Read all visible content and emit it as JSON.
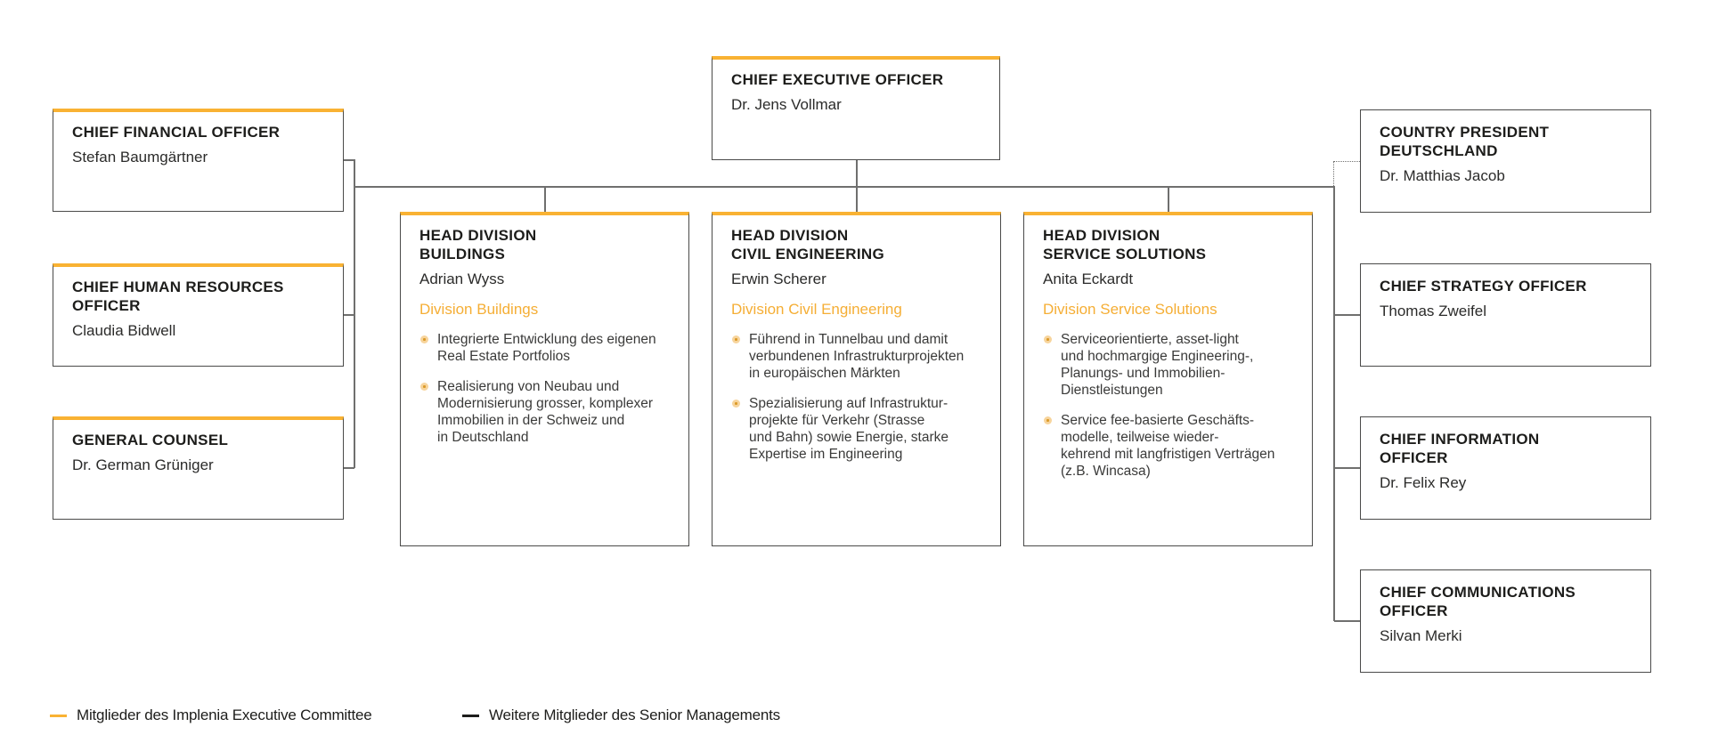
{
  "colors": {
    "accent_orange": "#F9B233",
    "division_label_orange": "#F5AE35",
    "connector_gray": "#6F6F6E",
    "box_border": "#4A4A49",
    "text_dark": "#1D1D1B"
  },
  "ceo": {
    "title": "CHIEF EXECUTIVE OFFICER",
    "person": "Dr. Jens Vollmar"
  },
  "left_column": [
    {
      "title": "CHIEF FINANCIAL OFFICER",
      "person": "Stefan Baumgärtner"
    },
    {
      "title": "CHIEF HUMAN RESOURCES\nOFFICER",
      "person": "Claudia Bidwell"
    },
    {
      "title": "GENERAL COUNSEL",
      "person": "Dr. German Grüniger"
    }
  ],
  "divisions": [
    {
      "title": "HEAD DIVISION\nBUILDINGS",
      "person": "Adrian Wyss",
      "division": "Division Buildings",
      "bullets": [
        "Integrierte Entwicklung des eigenen\nReal Estate Portfolios",
        "Realisierung von Neubau und\nModernisierung grosser, komplexer\nImmobilien in der Schweiz und\nin Deutschland"
      ]
    },
    {
      "title": "HEAD DIVISION\nCIVIL ENGINEERING",
      "person": "Erwin Scherer",
      "division": "Division Civil Engineering",
      "bullets": [
        "Führend in Tunnelbau und damit\nverbundenen Infrastrukturprojekten\nin europäischen Märkten",
        "Spezialisierung auf Infrastruktur-\nprojekte für Verkehr (Strasse\nund Bahn) sowie Energie, starke\nExpertise im Engineering"
      ]
    },
    {
      "title": "HEAD DIVISION\nSERVICE SOLUTIONS",
      "person": "Anita Eckardt",
      "division": "Division Service Solutions",
      "bullets": [
        "Serviceorientierte, asset-light\nund hochmargige Engineering-,\nPlanungs- und Immobilien-\nDienstleistungen",
        "Service fee-basierte Geschäfts-\nmodelle, teilweise wieder-\nkehrend mit langfristigen Verträgen\n(z.B. Wincasa)"
      ]
    }
  ],
  "right_column": [
    {
      "title": "COUNTRY PRESIDENT\nDEUTSCHLAND",
      "person": "Dr. Matthias Jacob"
    },
    {
      "title": "CHIEF STRATEGY OFFICER",
      "person": "Thomas Zweifel"
    },
    {
      "title": "CHIEF INFORMATION\nOFFICER",
      "person": "Dr. Felix Rey"
    },
    {
      "title": "CHIEF COMMUNICATIONS\nOFFICER",
      "person": "Silvan Merki"
    }
  ],
  "legend": {
    "items": [
      {
        "label": "Mitglieder des Implenia Executive Committee",
        "color": "#F9B233"
      },
      {
        "label": "Weitere Mitglieder des Senior Managements",
        "color": "#1D1D1B"
      }
    ]
  }
}
